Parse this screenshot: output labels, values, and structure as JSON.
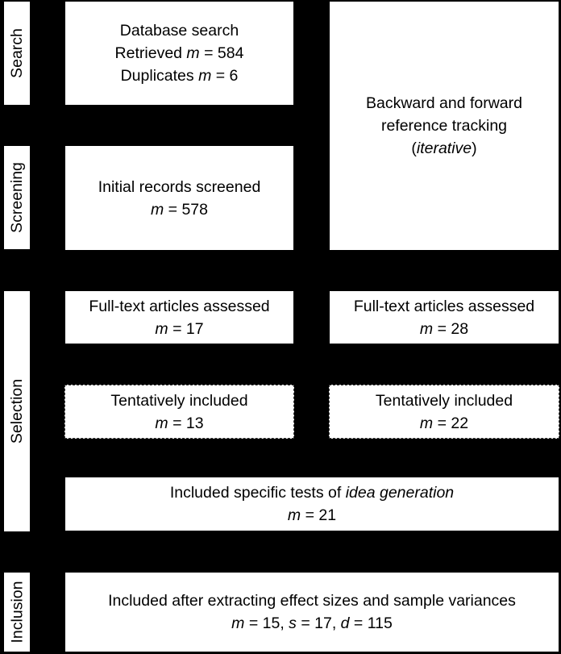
{
  "stages": {
    "search": "Search",
    "screening": "Screening",
    "selection": "Selection",
    "inclusion": "Inclusion"
  },
  "boxes": {
    "database_search": {
      "line1": "Database search",
      "line2_prefix": "Retrieved ",
      "line2_var": "m",
      "line2_value": " = 584",
      "line3_prefix": "Duplicates ",
      "line3_var": "m",
      "line3_value": " = 6"
    },
    "reference_tracking": {
      "line1": "Backward and forward",
      "line2": "reference tracking",
      "line3_open": "(",
      "line3_italic": "iterative",
      "line3_close": ")"
    },
    "initial_screened": {
      "line1": "Initial records screened",
      "var": "m",
      "value": " = 578"
    },
    "fulltext_left": {
      "line1": "Full-text articles assessed",
      "var": "m",
      "value": " = 17"
    },
    "fulltext_right": {
      "line1": "Full-text articles assessed",
      "var": "m",
      "value": " = 28"
    },
    "tentative_left": {
      "line1": "Tentatively included",
      "var": "m",
      "value": " = 13"
    },
    "tentative_right": {
      "line1": "Tentatively included",
      "var": "m",
      "value": " = 22"
    },
    "specific_tests": {
      "line1_prefix": "Included specific tests of ",
      "line1_italic": "idea generation",
      "var": "m",
      "value": " = 21"
    },
    "final_included": {
      "line1": "Included after extracting effect sizes and sample variances",
      "var_m": "m",
      "value_m": " = 15, ",
      "var_s": "s",
      "value_s": " = 17, ",
      "var_d": "d",
      "value_d": " = 115"
    }
  }
}
